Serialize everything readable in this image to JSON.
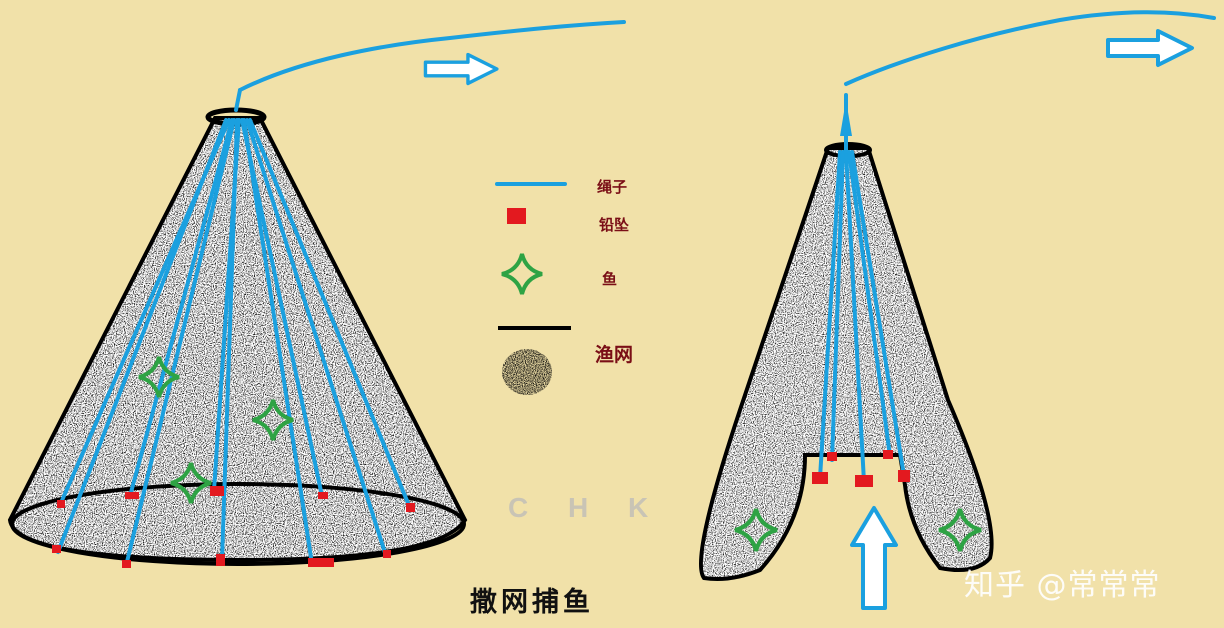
{
  "legend": {
    "rope": "绳子",
    "sinker": "铅坠",
    "fish": "鱼",
    "net": "渔网"
  },
  "caption": "撒网捕鱼",
  "author_mark": "C H K",
  "watermark": "知乎 @常常常",
  "colors": {
    "background": "#f1e1a9",
    "rope": "#1ba0df",
    "sinker": "#e3191f",
    "fish": "#2ea344",
    "net_outline": "#000000",
    "legend_text": "#7a0e16"
  }
}
